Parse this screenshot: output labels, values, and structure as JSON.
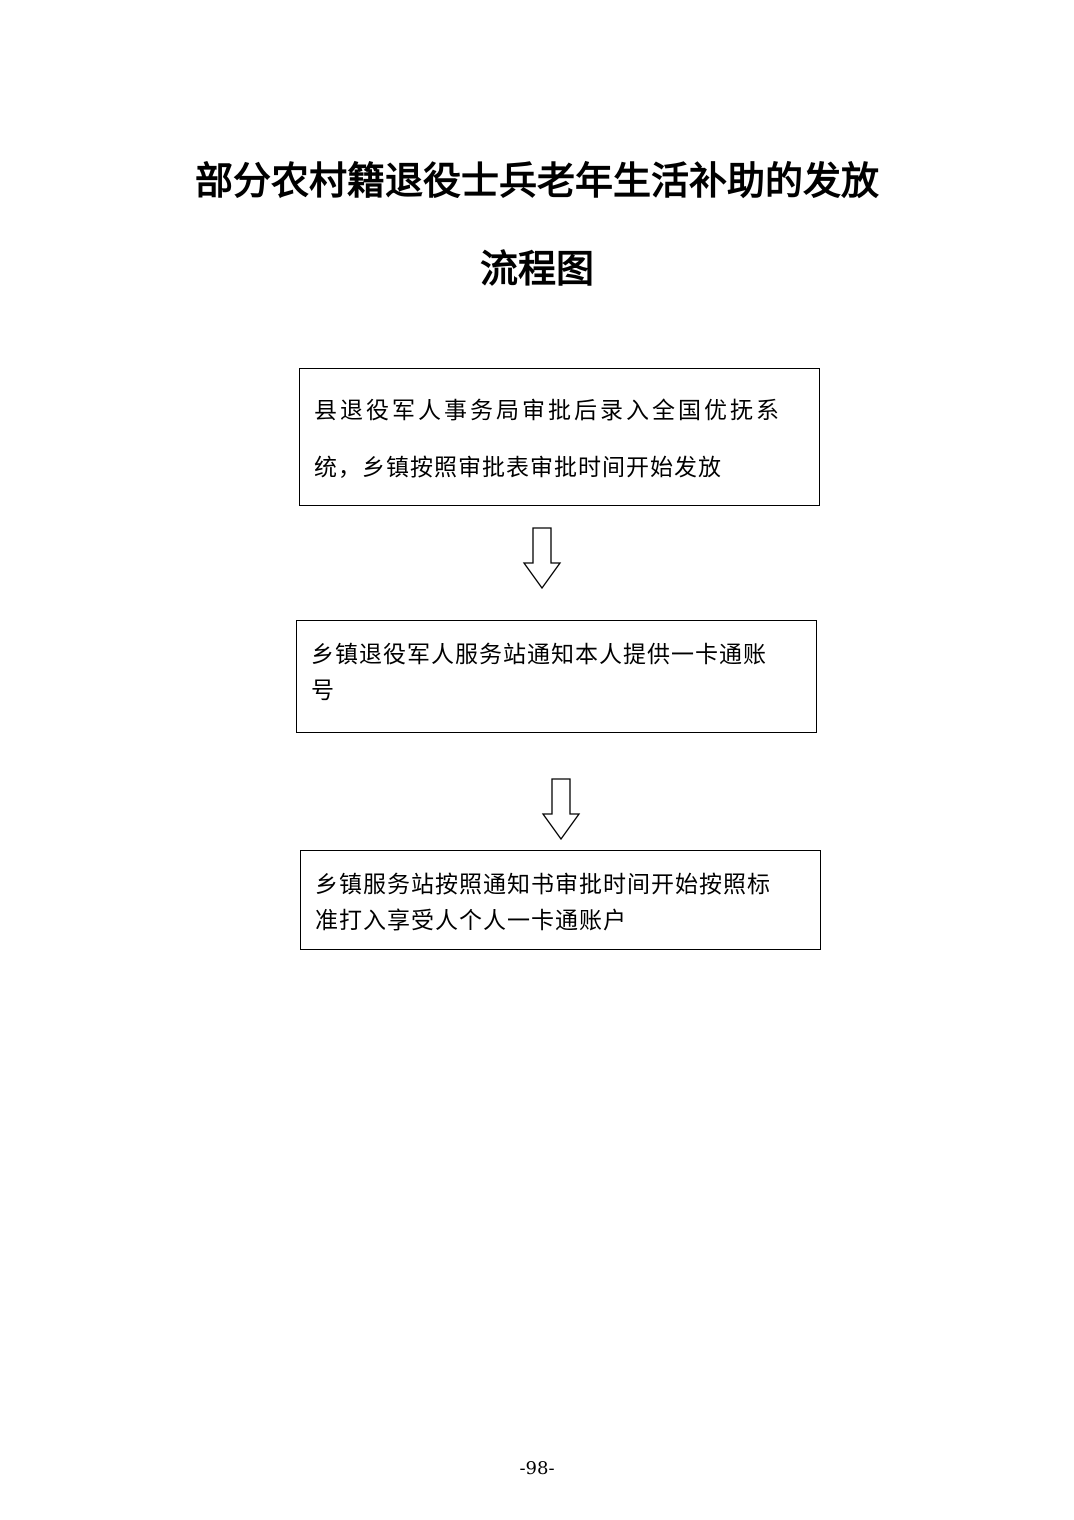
{
  "title": {
    "line1": "部分农村籍退役士兵老年生活补助的发放",
    "line2": "流程图"
  },
  "steps": [
    {
      "lines": [
        "县退役军人事务局审批后录入全国优抚系",
        "统，乡镇按照审批表审批时间开始发放"
      ]
    },
    {
      "lines": [
        "乡镇退役军人服务站通知本人提供一卡通账",
        "号"
      ]
    },
    {
      "lines": [
        "乡镇服务站按照通知书审批时间开始按照标",
        "准打入享受人个人一卡通账户"
      ]
    }
  ],
  "page_number": "-98-"
}
